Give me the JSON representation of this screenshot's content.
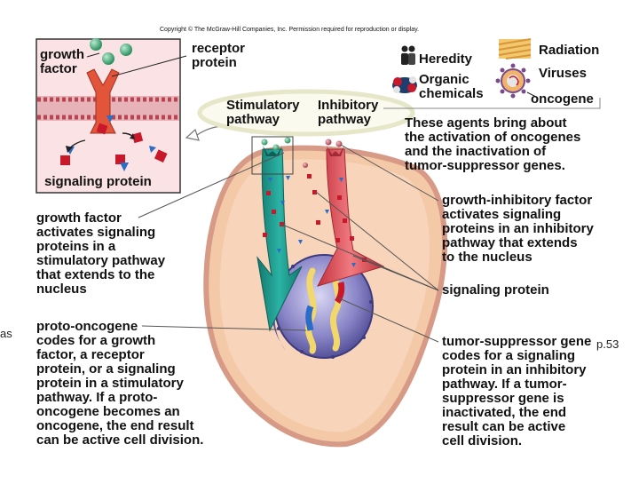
{
  "copyright": "Copyright © The McGraw-Hill Companies, Inc. Permission required for reproduction or display.",
  "inset": {
    "growth_factor": "growth\nfactor",
    "receptor_protein": "receptor\nprotein",
    "signaling_protein": "signaling protein"
  },
  "pathways": {
    "stimulatory": "Stimulatory\npathway",
    "inhibitory": "Inhibitory\npathway"
  },
  "agents": {
    "heredity": "Heredity",
    "organic_chemicals": "Organic\nchemicals",
    "radiation": "Radiation",
    "viruses": "Viruses",
    "oncogene": "oncogene",
    "description": "These agents bring about\nthe activation of oncogenes\nand the inactivation of\ntumor-suppressor genes."
  },
  "left_labels": {
    "growth_factor_desc": "growth factor\nactivates signaling\nproteins in a\nstimulatory pathway\nthat extends to the\nnucleus",
    "proto_oncogene_desc": "proto-oncogene\ncodes for a growth\nfactor, a receptor\nprotein, or a signaling\nprotein in a stimulatory\npathway.  If a proto-\noncogene becomes an\noncogene, the end result\ncan be active cell division."
  },
  "right_labels": {
    "inhibitory_factor_desc": "growth-inhibitory factor\nactivates signaling\nproteins in an inhibitory\npathway that extends\nto the nucleus",
    "signaling_protein": "signaling protein",
    "tumor_suppressor_desc": "tumor-suppressor gene\ncodes for a signaling\nprotein in an inhibitory\npathway.  If a tumor-\nsuppressor gene is\ninactivated, the end\nresult can be active\ncell division."
  },
  "edge_text": {
    "left": "as",
    "right": "p.53"
  },
  "colors": {
    "cell_fill": "#f4c9a8",
    "cell_border": "#d79a86",
    "stimulatory": "#1f9a8e",
    "inhibitory": "#e5555f",
    "nucleus": "#8a86c8",
    "signal_red": "#c8182a",
    "signal_blue": "#2a6cc8",
    "ball_green": "#2f9e6a",
    "ball_red": "#c0495a"
  }
}
